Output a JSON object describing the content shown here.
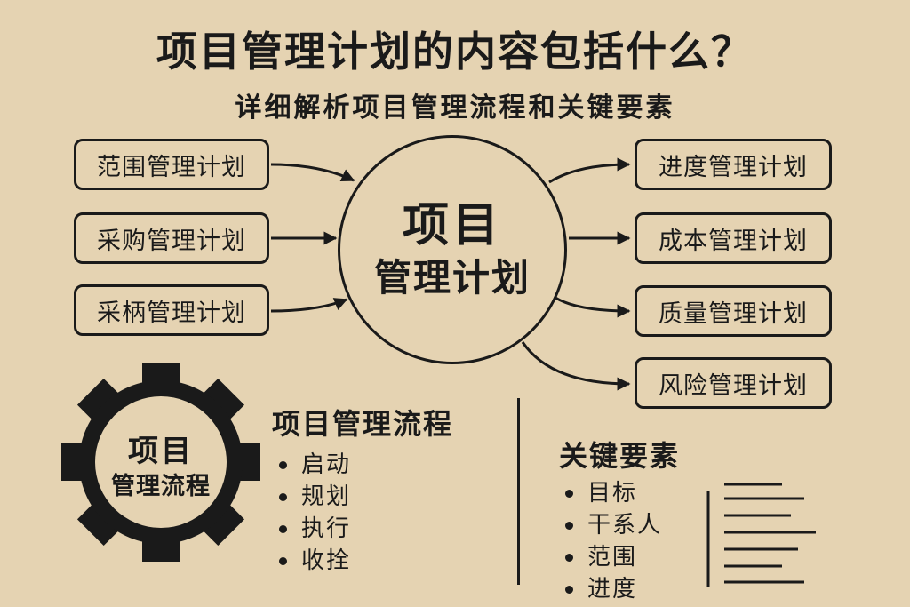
{
  "header": {
    "title": "项目管理计划的内容包括什么？",
    "subtitle": "详细解析项目管理流程和关键要素"
  },
  "center": {
    "line1": "项目",
    "line2": "管理计划"
  },
  "left_plans": [
    "范围管理计划",
    "采购管理计划",
    "采柄管理计划"
  ],
  "right_plans": [
    "进度管理计划",
    "成本管理计划",
    "质量管理计划",
    "风险管理计划"
  ],
  "gear": {
    "line1": "项目",
    "line2": "管理流程",
    "icon": "gear-icon"
  },
  "process": {
    "heading": "项目管理流程",
    "items": [
      "启动",
      "规划",
      "执行",
      "收拴"
    ]
  },
  "key_elements": {
    "heading": "关键要素",
    "items": [
      "目标",
      "干系人",
      "范围",
      "进度"
    ]
  },
  "colors": {
    "background": "#e5d3b2",
    "ink": "#1a1a1a"
  }
}
